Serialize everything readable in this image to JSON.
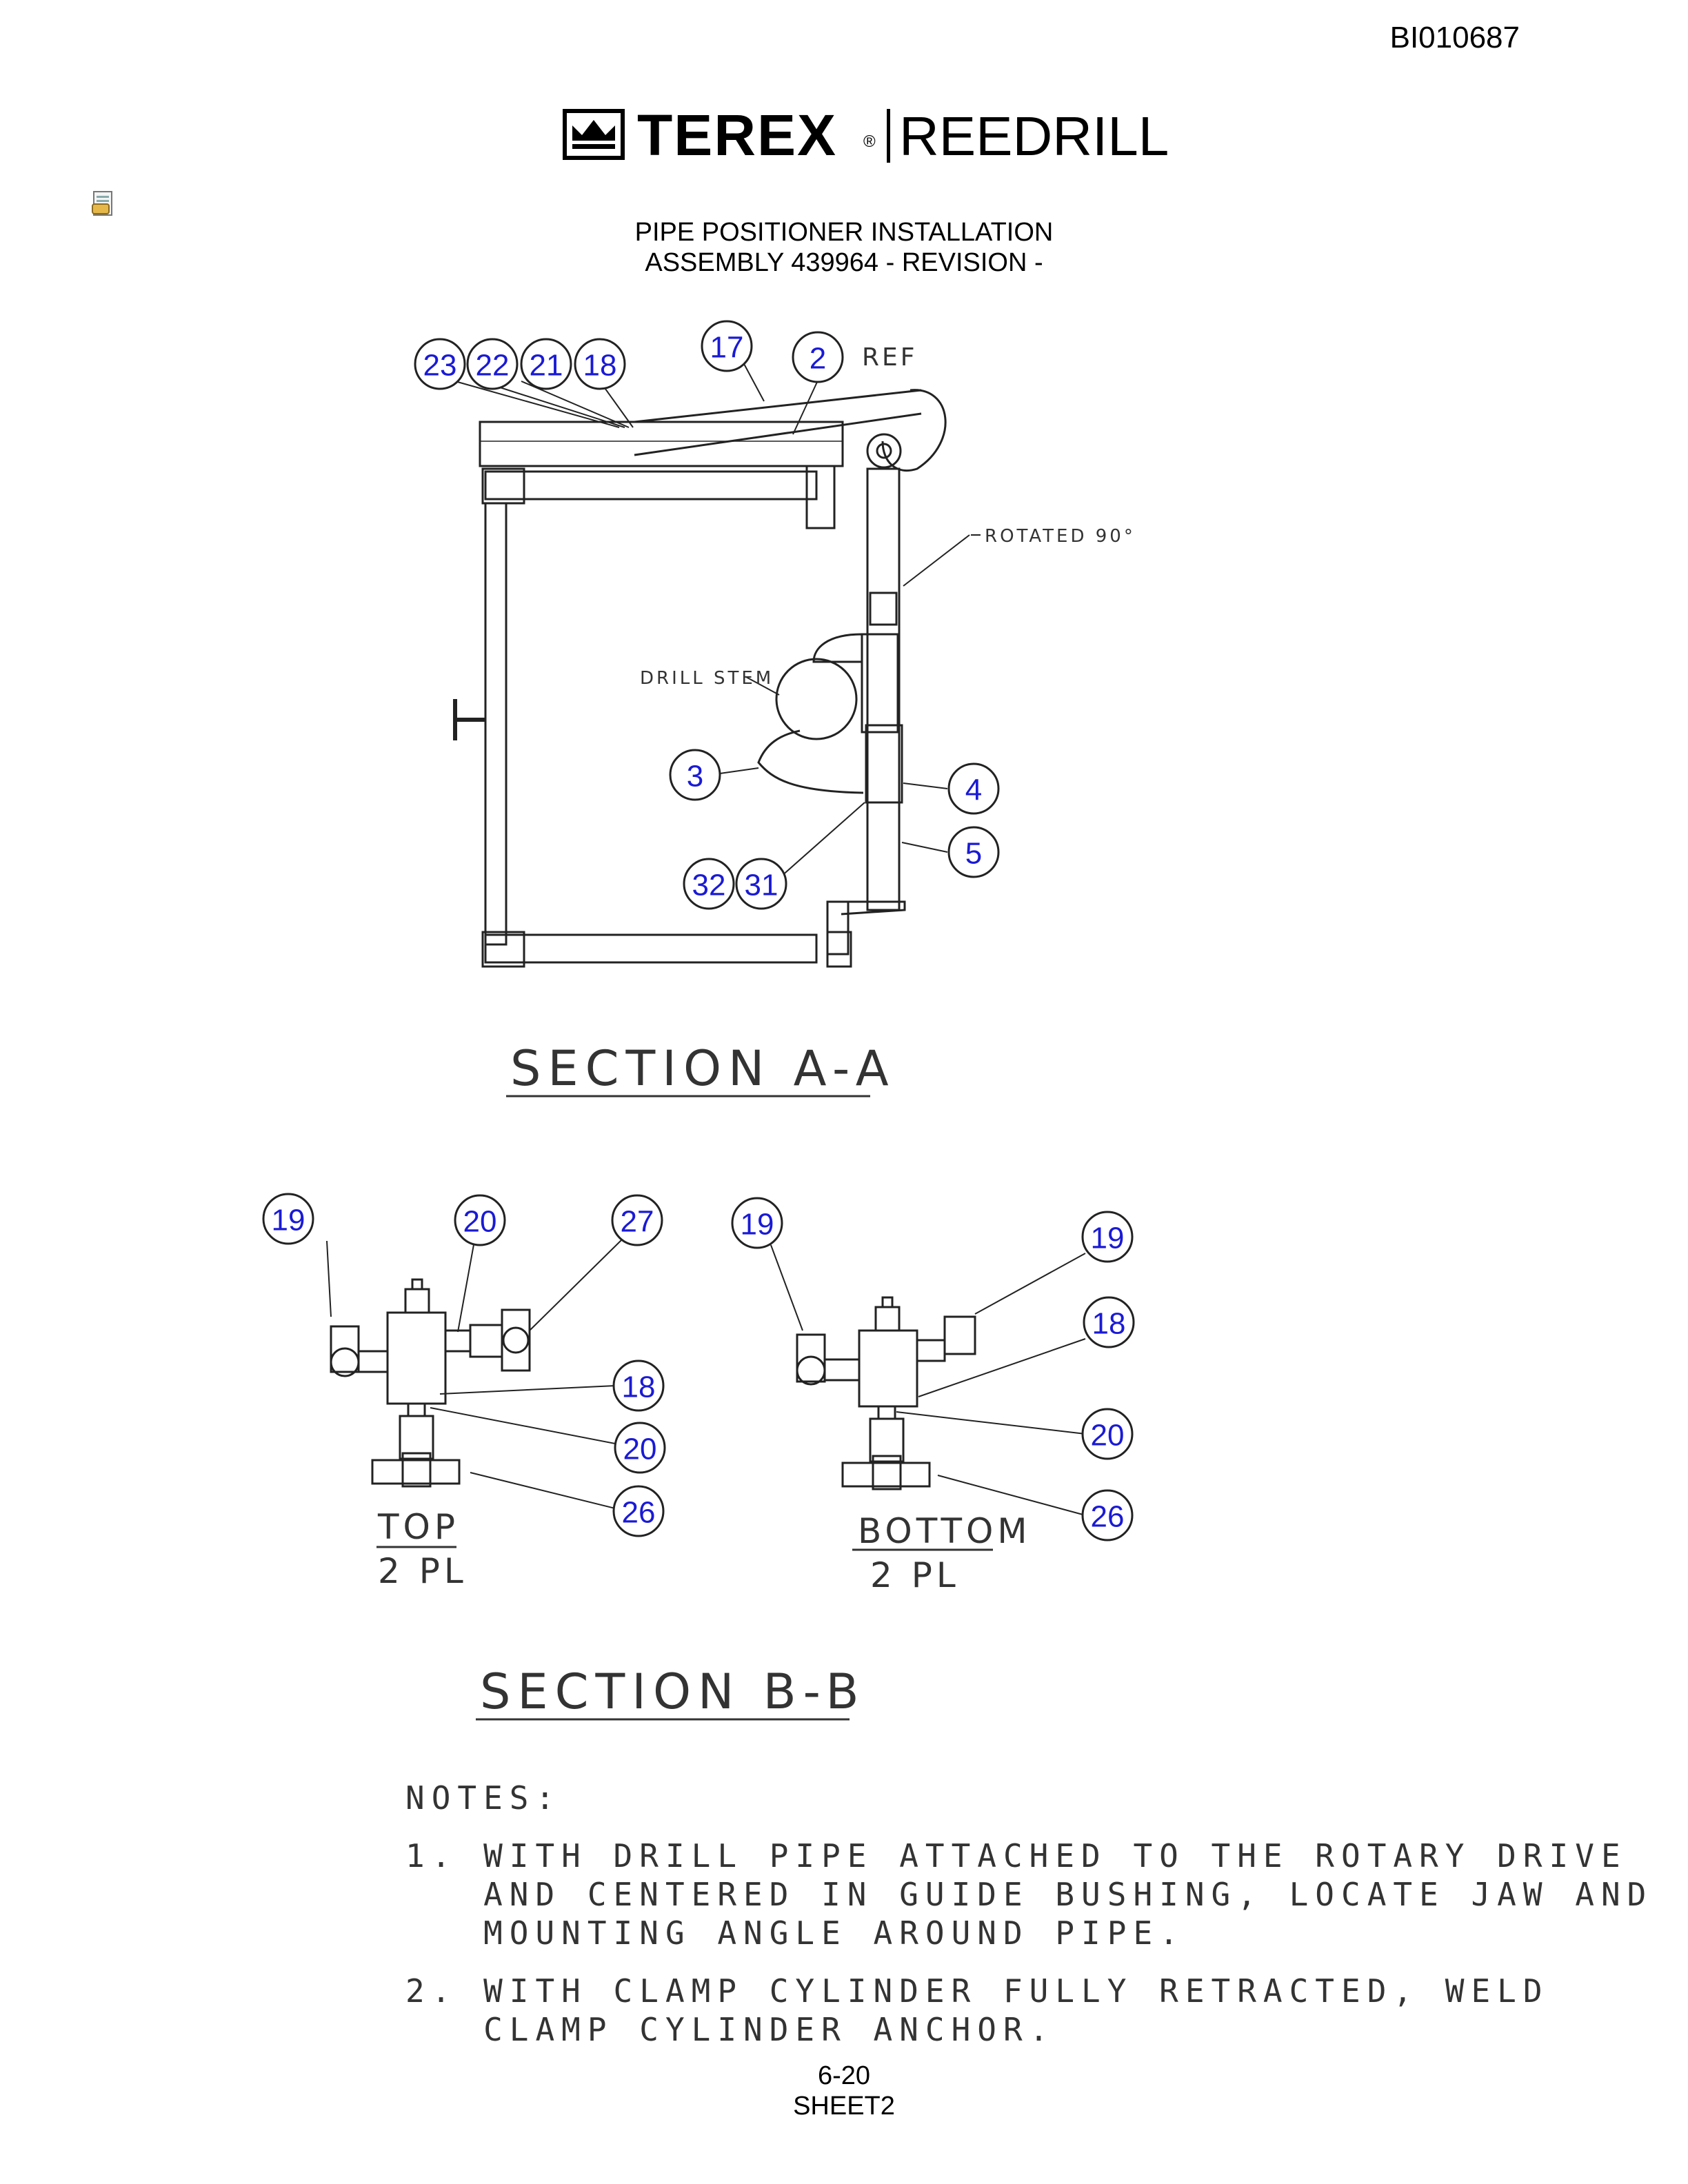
{
  "document_id": "BI010687",
  "brand": {
    "name": "TEREX",
    "registered": "®",
    "division": "REEDRILL"
  },
  "icons": {
    "logo": "terex-crown-logo-icon",
    "attachment": "document-attachment-icon"
  },
  "title_line_1": "PIPE POSITIONER INSTALLATION",
  "title_line_2": "ASSEMBLY 439964 - REVISION -",
  "section_a": {
    "heading": "SECTION A-A",
    "callouts": [
      "23",
      "22",
      "21",
      "18",
      "17",
      "2",
      "3",
      "4",
      "5",
      "32",
      "31"
    ],
    "labels": {
      "ref": "REF",
      "rotated": "ROTATED 90°",
      "drill_stem": "DRILL STEM"
    }
  },
  "section_b": {
    "heading": "SECTION B-B",
    "top_view": {
      "label": "TOP",
      "qty": "2 PL",
      "callouts": [
        "19",
        "20",
        "27",
        "18",
        "20",
        "26"
      ]
    },
    "bottom_view": {
      "label": "BOTTOM",
      "qty": "2 PL",
      "callouts": [
        "19",
        "19",
        "18",
        "20",
        "26"
      ]
    }
  },
  "notes": {
    "heading": "NOTES:",
    "items": [
      "1. WITH DRILL PIPE ATTACHED TO THE ROTARY DRIVE\n   AND CENTERED IN GUIDE BUSHING, LOCATE JAW AND\n   MOUNTING ANGLE AROUND PIPE.",
      "2. WITH CLAMP CYLINDER FULLY RETRACTED, WELD\n   CLAMP CYLINDER ANCHOR."
    ]
  },
  "footer": {
    "page": "6-20",
    "sheet": "SHEET2"
  },
  "colors": {
    "callout_text": "#1a1ad6",
    "line": "#222222"
  }
}
